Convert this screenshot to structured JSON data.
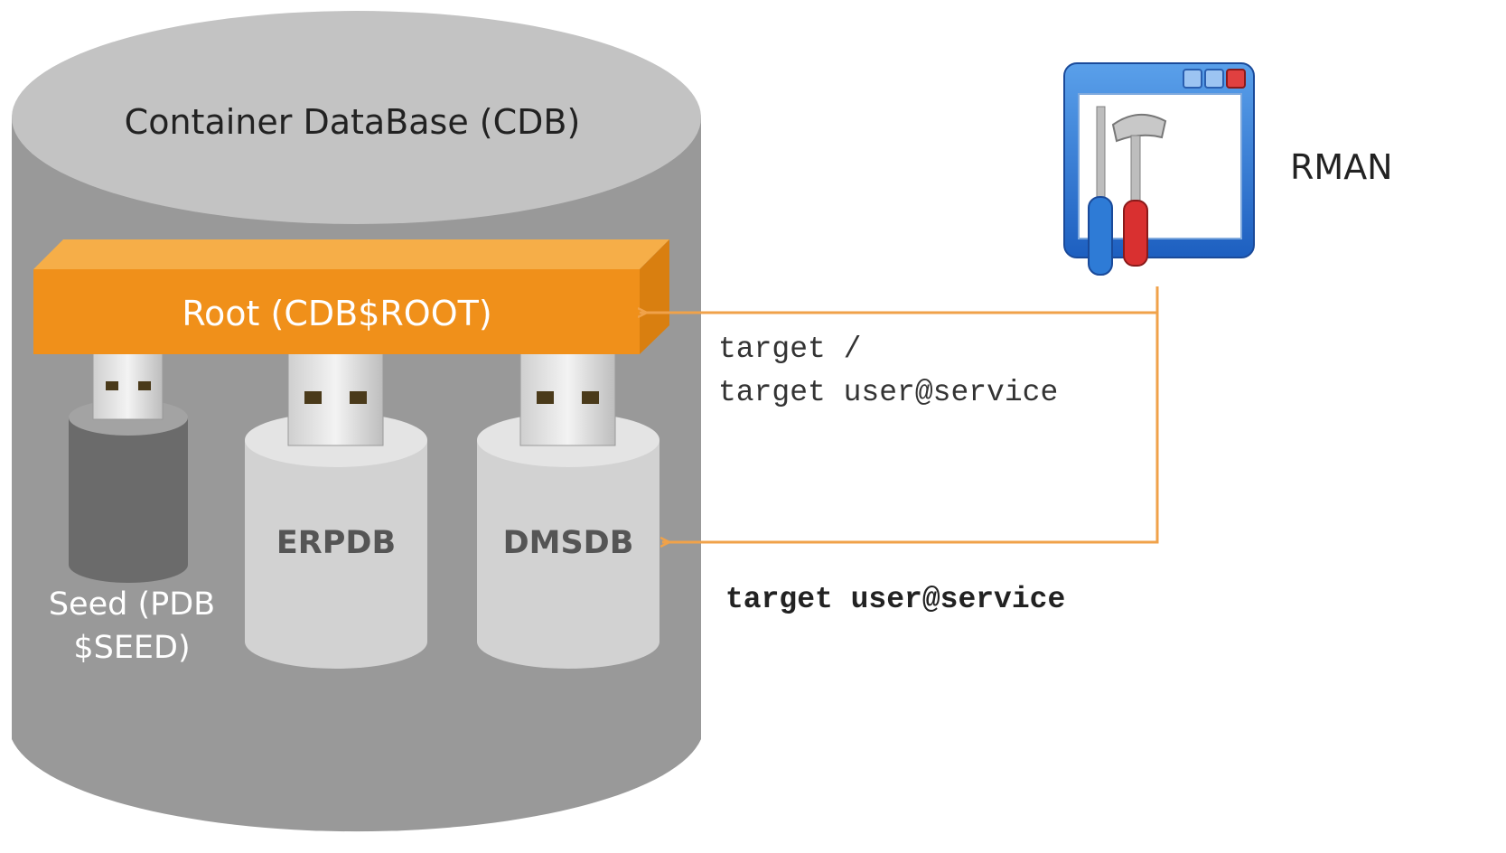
{
  "cdb": {
    "title": "Container DataBase (CDB)",
    "root_label": "Root (CDB$ROOT)",
    "seed_label_line1": "Seed (PDB",
    "seed_label_line2": "$SEED)",
    "pdbs": [
      {
        "name": "ERPDB"
      },
      {
        "name": "DMSDB"
      }
    ]
  },
  "rman": {
    "label": "RMAN",
    "icon": "rman-tools-window-icon"
  },
  "connections": {
    "root_commands": [
      "target /",
      "target user@service"
    ],
    "pdb_command": "target user@service"
  },
  "colors": {
    "cylinder_body": "#999999",
    "cylinder_top": "#c3c3c3",
    "root_bar": "#f0901a",
    "root_bar_top": "#f6ae48",
    "arrow": "#f0a24a",
    "pdb_body": "#d2d2d2",
    "pdb_top": "#e4e4e4",
    "seed_body": "#6b6b6b",
    "seed_top": "#a3a3a3"
  }
}
